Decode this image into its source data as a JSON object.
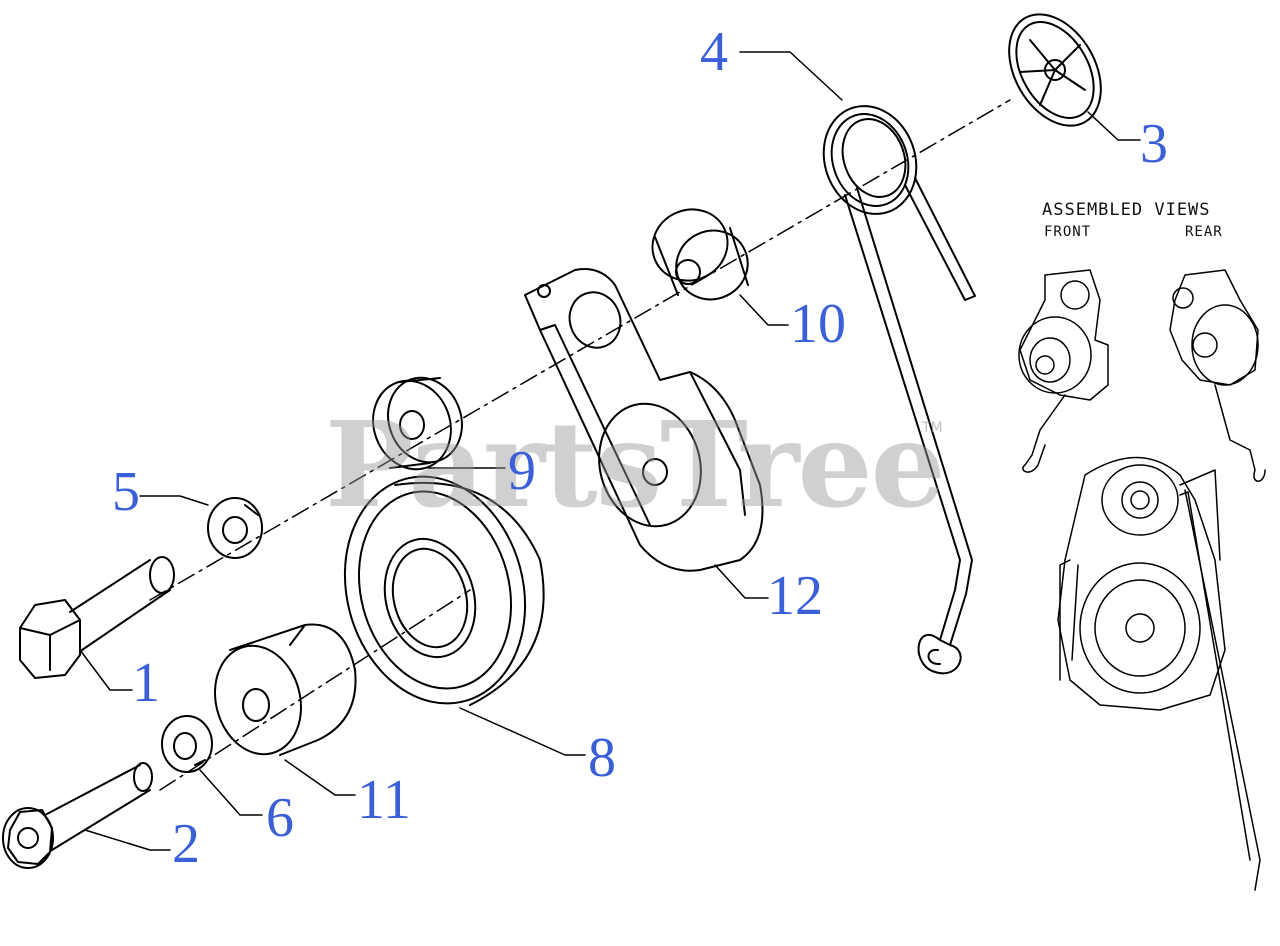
{
  "callouts": [
    "1",
    "2",
    "3",
    "4",
    "5",
    "6",
    "8",
    "9",
    "10",
    "11",
    "12"
  ],
  "captions": {
    "title": "ASSEMBLED VIEWS",
    "front": "FRONT",
    "rear": "REAR"
  },
  "watermark": {
    "text": "PartsTree",
    "trademark": "TM"
  },
  "colors": {
    "callout": "#3a5fd6",
    "line": "#000000",
    "watermark": "#969696"
  }
}
